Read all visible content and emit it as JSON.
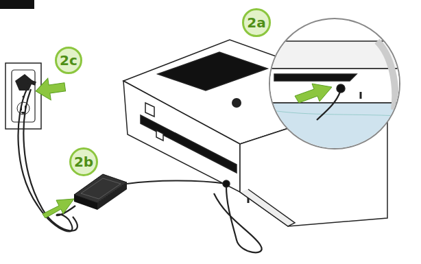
{
  "diagram": {
    "nodes": [
      {
        "text": [
          "2a"
        ]
      },
      {
        "text": [
          "2c"
        ]
      },
      {
        "text": [
          "2b"
        ]
      }
    ]
  }
}
